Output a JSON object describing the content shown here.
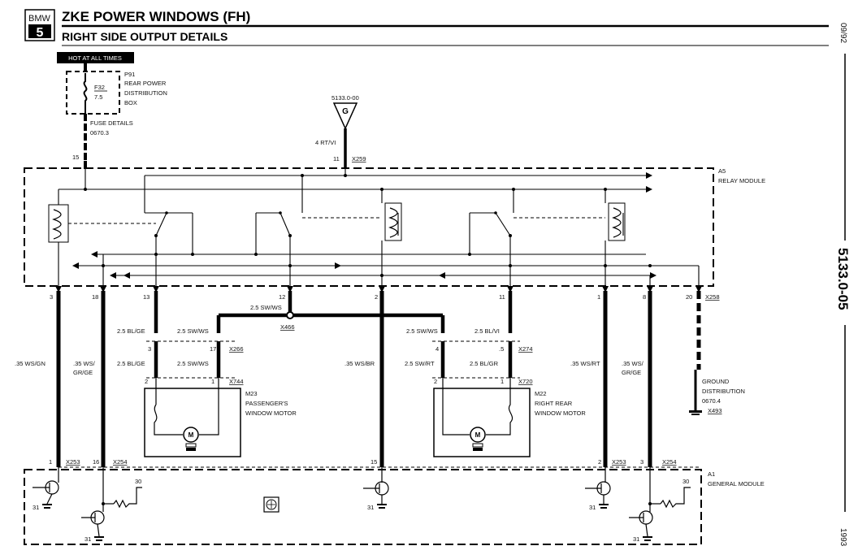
{
  "header": {
    "brand_top": "BMW",
    "brand_num": "5",
    "title": "ZKE POWER WINDOWS (FH)",
    "subtitle": "RIGHT SIDE OUTPUT DETAILS",
    "date": "09/92",
    "page_code": "5133.0-05",
    "year": "1993"
  },
  "power": {
    "hot_label": "HOT AT ALL TIMES",
    "fuse_box": "P91",
    "fuse_box_desc": [
      "REAR POWER",
      "DISTRIBUTION",
      "BOX"
    ],
    "fuse_id": "F32",
    "fuse_amp": "7.5",
    "fuse_details": "FUSE DETAILS",
    "fuse_ref": "0670.3",
    "pin": "15"
  },
  "ground_g": {
    "ref": "5133.0-00",
    "symbol": "G",
    "wire": "4 RT/VI",
    "pin": "11",
    "connector": "X259"
  },
  "relay_module": {
    "id": "A5",
    "name": "RELAY MODULE"
  },
  "general_module": {
    "id": "A1",
    "name": "GENERAL MODULE"
  },
  "a5_pins": [
    "3",
    "18",
    "13",
    "12",
    "2",
    "11",
    "1",
    "8",
    "20"
  ],
  "a5_pin_connector": "X258",
  "wires_a": {
    "sw_ws": "2.5 SW/WS",
    "x466": "X466",
    "bl_ge": "2.5 BL/GE",
    "bl_vi": "2.5 BL/VI",
    "sw_ws_right": "2.5 SW/WS",
    "ws_gn": ".35 WS/GN",
    "ws_gr_ge_1": ".35 WS/",
    "ws_gr_ge_2": "GR/GE",
    "ws_br": ".35 WS/BR",
    "ws_rt": ".35 WS/RT",
    "ws_gr_ge_3": ".35 WS/",
    "ws_gr_ge_4": "GR/GE",
    "sw_rt": "2.5 SW/RT",
    "bl_gr": "2.5 BL/GR"
  },
  "connectors": {
    "x266": "X266",
    "x274": "X274",
    "x744": "X744",
    "x720": "X720",
    "x253a": "X253",
    "x254a": "X254",
    "x253b": "X253",
    "x254b": "X254",
    "x493": "X493"
  },
  "pins": {
    "p3": "3",
    "p17": "17",
    "p2a": "2",
    "p1a": "1",
    "p4": "4",
    "p5": ".5",
    "p2b": "2",
    "p1b": "1",
    "a1_1": "1",
    "a1_16": "16",
    "a1_15": "15",
    "a1_2": "2",
    "a1_3": "3",
    "g30a": "30",
    "g30b": "30",
    "g31a": "31",
    "g31b": "31",
    "g31c": "31",
    "g31d": "31",
    "g31e": "31"
  },
  "motor_left": {
    "id": "M23",
    "line1": "PASSENGER'S",
    "line2": "WINDOW MOTOR",
    "m": "M"
  },
  "motor_right": {
    "id": "M22",
    "line1": "RIGHT REAR",
    "line2": "WINDOW MOTOR",
    "m": "M"
  },
  "ground_dist": {
    "line1": "GROUND",
    "line2": "DISTRIBUTION",
    "ref": "0670.4"
  }
}
